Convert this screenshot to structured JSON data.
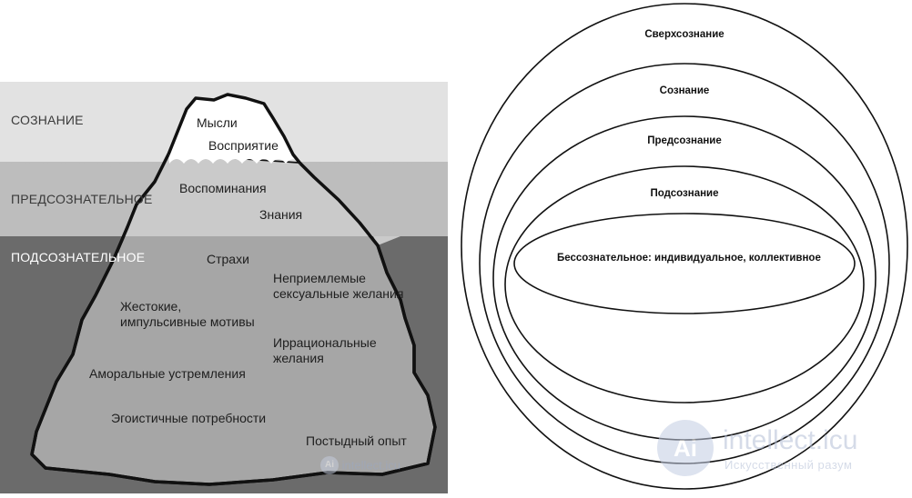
{
  "iceberg": {
    "zones": {
      "conscious": "СОЗНАНИЕ",
      "preconscious": "ПРЕДСОЗНАТЕЛЬНОЕ",
      "subconscious": "ПОДСОЗНАТЕЛЬНОЕ"
    },
    "items": {
      "thoughts": "Мысли",
      "perception": "Восприятие",
      "memories": "Воспоминания",
      "knowledge": "Знания",
      "fears": "Страхи",
      "unacceptable_desires": "Неприемлемые\nсексуальные желания",
      "cruel_motives": "Жестокие,\nимпульсивные мотивы",
      "irrational_desires": "Иррациональные\nжелания",
      "amoral_aspirations": "Аморальные устремления",
      "selfish_needs": "Эгоистичные потребности",
      "shameful_experience": "Постыдный опыт"
    },
    "colors": {
      "conscious_band": "#e2e2e2",
      "preconscious_band": "#bdbdbd",
      "subconscious_band": "#6b6b6b",
      "iceberg_top": "#ffffff",
      "iceberg_mid": "#c9c9c9",
      "iceberg_low": "#a6a6a6"
    }
  },
  "ellipses": {
    "labels": {
      "superconscious": "Сверхсознание",
      "conscious": "Сознание",
      "preconscious": "Предсознание",
      "subconscious": "Подсознание",
      "unconscious": "Бессознательное:\nиндивидуальное, коллективное"
    }
  },
  "watermark": {
    "site": "intellect.icu",
    "tagline": "Искусственный разум",
    "logo_text": "Ai"
  }
}
